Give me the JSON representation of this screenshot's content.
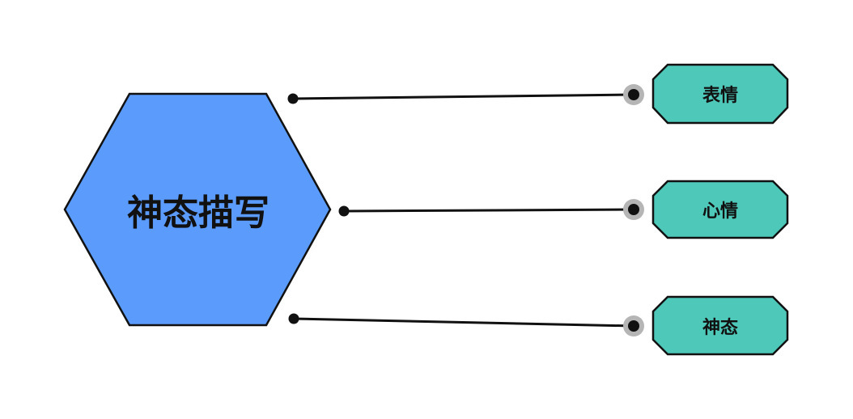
{
  "diagram": {
    "center": {
      "label": "神态描写",
      "fill": "#5b9bfb",
      "stroke": "#111111"
    },
    "nodes": [
      {
        "label": "表情",
        "fill": "#4ec8b8"
      },
      {
        "label": "心情",
        "fill": "#4ec8b8"
      },
      {
        "label": "神态",
        "fill": "#4ec8b8"
      }
    ],
    "connector_colors": {
      "line": "#111111",
      "end_halo": "#b5b5b5"
    }
  }
}
